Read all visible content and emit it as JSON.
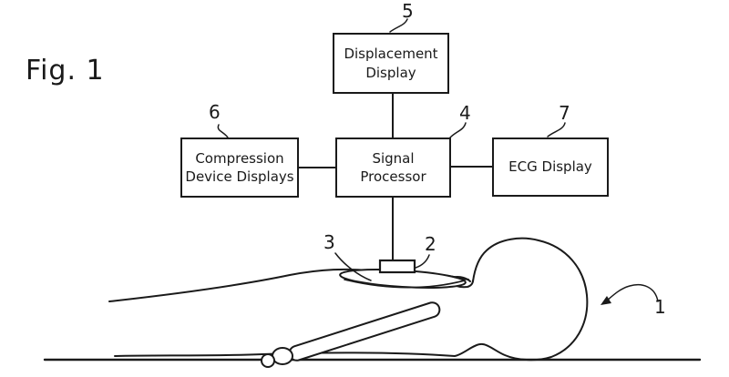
{
  "figure_label": "Fig. 1",
  "colors": {
    "line": "#1a1a1a",
    "background": "#ffffff"
  },
  "boxes": [
    {
      "name": "displacement-display",
      "label": "Displacement\nDisplay",
      "ref": "5"
    },
    {
      "name": "compression-device-displays",
      "label": "Compression\nDevice Displays",
      "ref": "6"
    },
    {
      "name": "signal-processor",
      "label": "Signal\nProcessor",
      "ref": "4"
    },
    {
      "name": "ecg-display",
      "label": "ECG Display",
      "ref": "7"
    }
  ],
  "part_refs": {
    "patient": "1",
    "compression_sensor": "2",
    "chest_pad": "3"
  }
}
